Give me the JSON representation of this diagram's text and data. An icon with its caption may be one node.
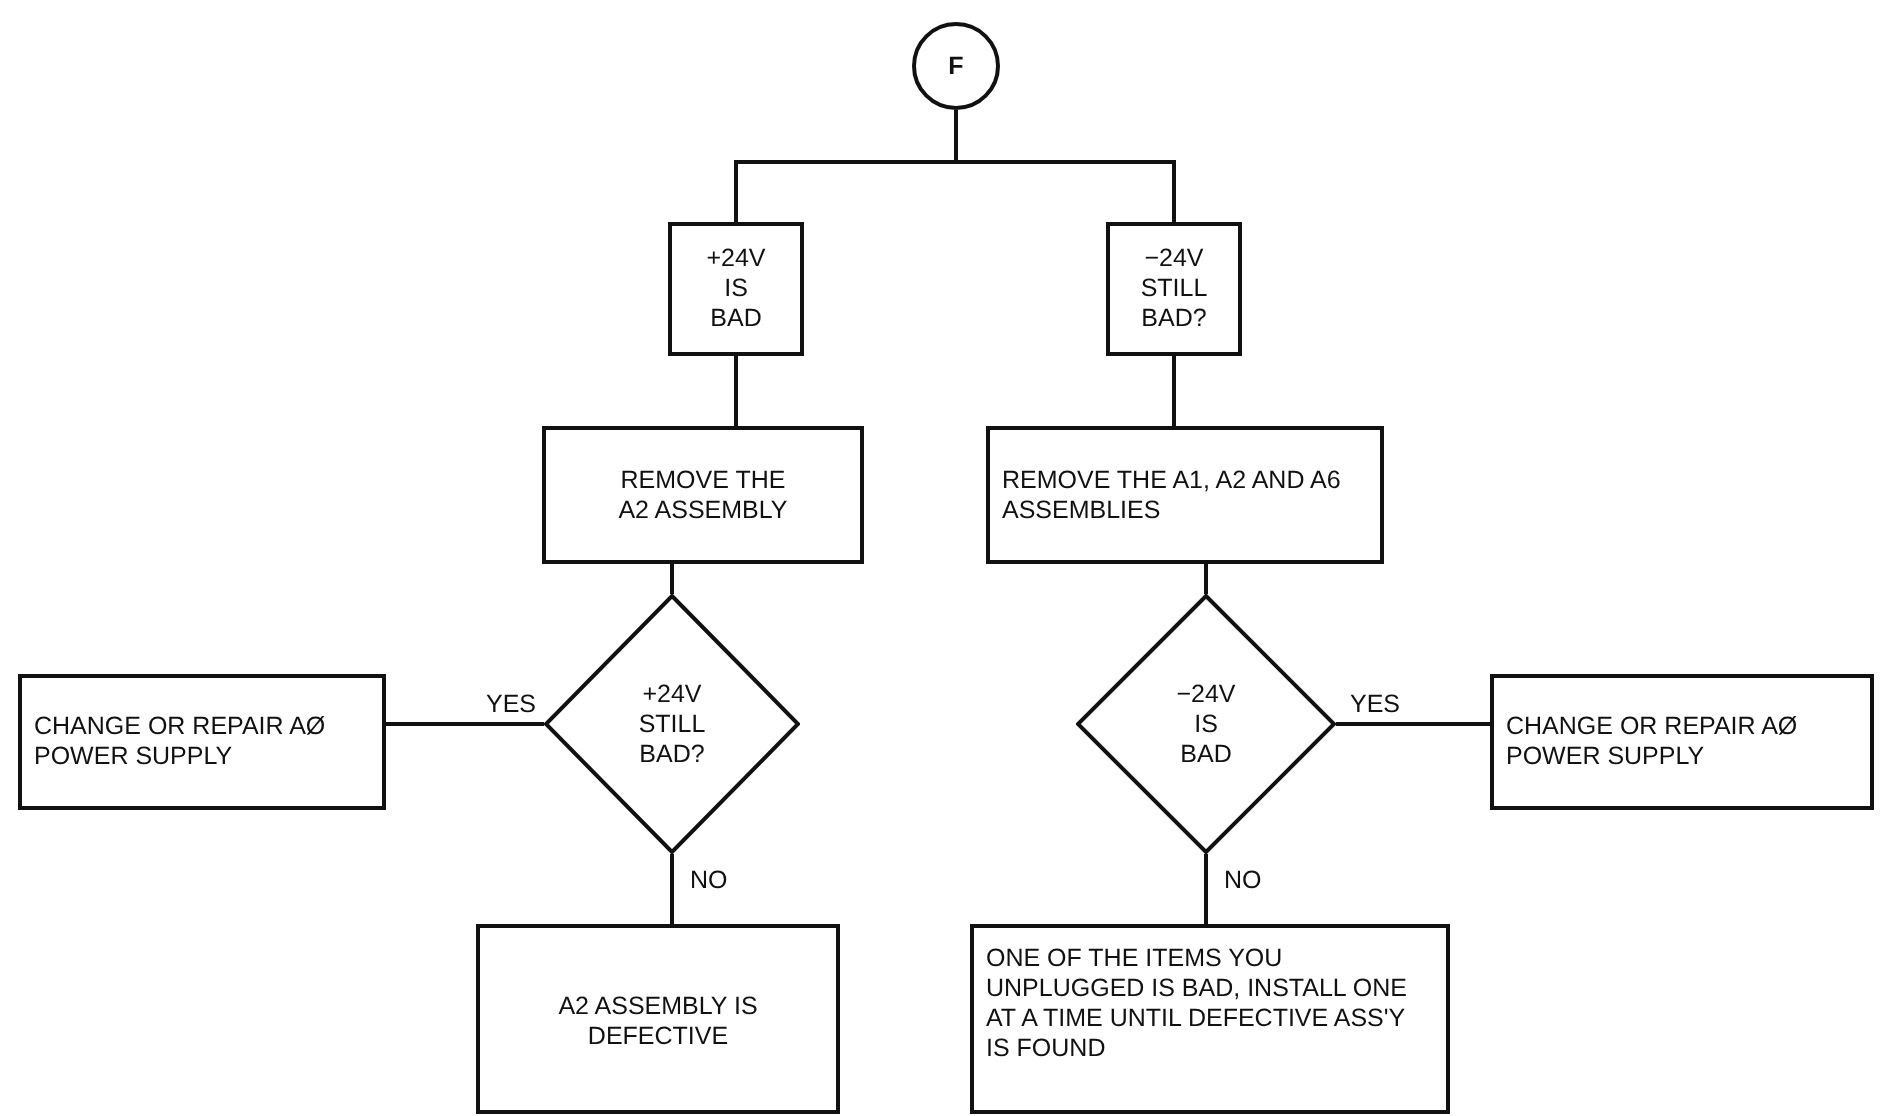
{
  "diagram": {
    "nodes": [
      {
        "text": [
          "F"
        ]
      },
      {
        "text": [
          "+24V IS BAD"
        ]
      },
      {
        "text": [
          "−24V STILL BAD?"
        ]
      },
      {
        "text": [
          "REMOVE THE A2 ASSEMBLY"
        ]
      },
      {
        "text": [
          "REMOVE THE A1, A2 AND A6 ASSEMBLIES"
        ]
      },
      {
        "text": [
          "+24V STILL BAD?"
        ]
      },
      {
        "text": [
          "−24V IS BAD"
        ]
      },
      {
        "text": [
          "CHANGE OR REPAIR AØ POWER SUPPLY"
        ]
      },
      {
        "text": [
          "CHANGE OR REPAIR AØ POWER SUPPLY"
        ]
      },
      {
        "text": [
          "A2 ASSEMBLY IS DEFECTIVE"
        ]
      },
      {
        "text": [
          "ONE OF THE ITEMS YOU UNPLUGGED IS BAD, INSTALL ONE AT A TIME UNTIL DEFECTIVE ASS'Y IS FOUND"
        ]
      }
    ],
    "edges": [
      {
        "from": 0,
        "to": 1,
        "arrow": "none"
      },
      {
        "from": 0,
        "to": 2,
        "arrow": "none"
      },
      {
        "from": 1,
        "to": 3,
        "arrow": "none"
      },
      {
        "from": 2,
        "to": 4,
        "arrow": "none"
      },
      {
        "from": 3,
        "to": 5,
        "arrow": "none"
      },
      {
        "from": 4,
        "to": 6,
        "arrow": "none"
      },
      {
        "from": 5,
        "to": 7,
        "label": "YES",
        "arrow": "none"
      },
      {
        "from": 5,
        "to": 9,
        "label": "NO",
        "arrow": "none"
      },
      {
        "from": 6,
        "to": 8,
        "label": "YES",
        "arrow": "none"
      },
      {
        "from": 6,
        "to": 10,
        "label": "NO",
        "arrow": "none"
      }
    ]
  }
}
